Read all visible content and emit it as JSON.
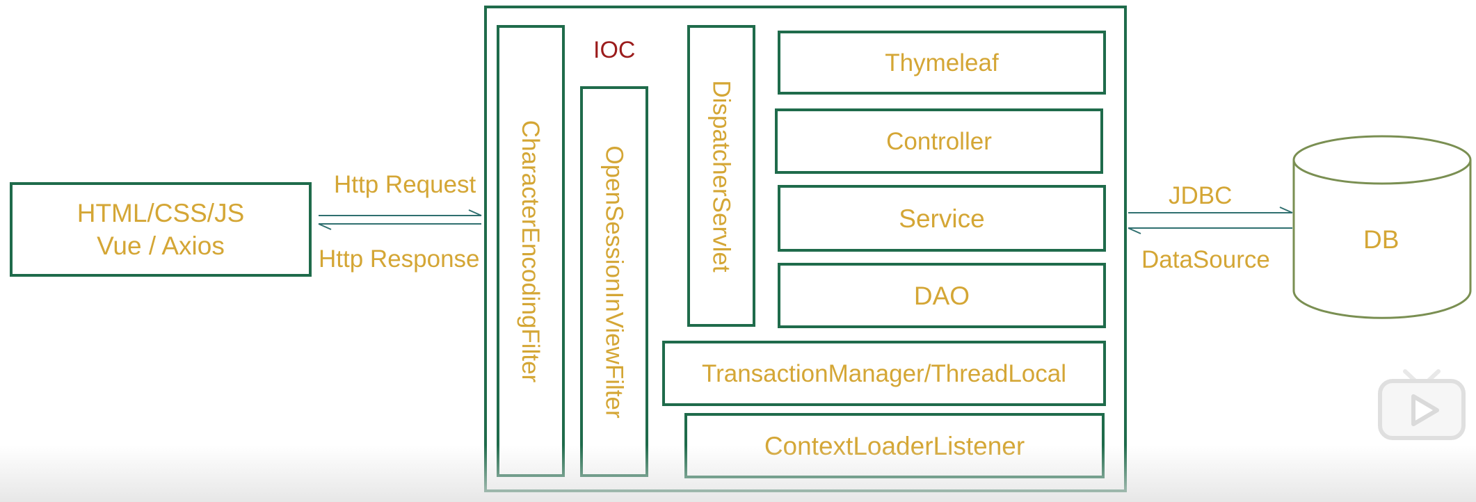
{
  "client": {
    "line1": "HTML/CSS/JS",
    "line2": "Vue / Axios"
  },
  "http": {
    "request": "Http Request",
    "response": "Http Response"
  },
  "container": {
    "ioc": "IOC"
  },
  "filters": {
    "character_encoding": "CharacterEncodingFilter",
    "open_session": "OpenSessionInViewFilter",
    "dispatcher": "DispatcherServlet"
  },
  "layers": {
    "thymeleaf": "Thymeleaf",
    "controller": "Controller",
    "service": "Service",
    "dao": "DAO",
    "transaction": "TransactionManager/ThreadLocal",
    "listener": "ContextLoaderListener"
  },
  "db": {
    "label": "DB",
    "jdbc": "JDBC",
    "datasource": "DataSource"
  },
  "icons": {
    "play": "video-play-icon"
  },
  "colors": {
    "border": "#1f6b4b",
    "text": "#d4a635",
    "ioc": "#9b1c1c",
    "db_border": "#7a8f52",
    "arrow": "#2f6f6f"
  }
}
